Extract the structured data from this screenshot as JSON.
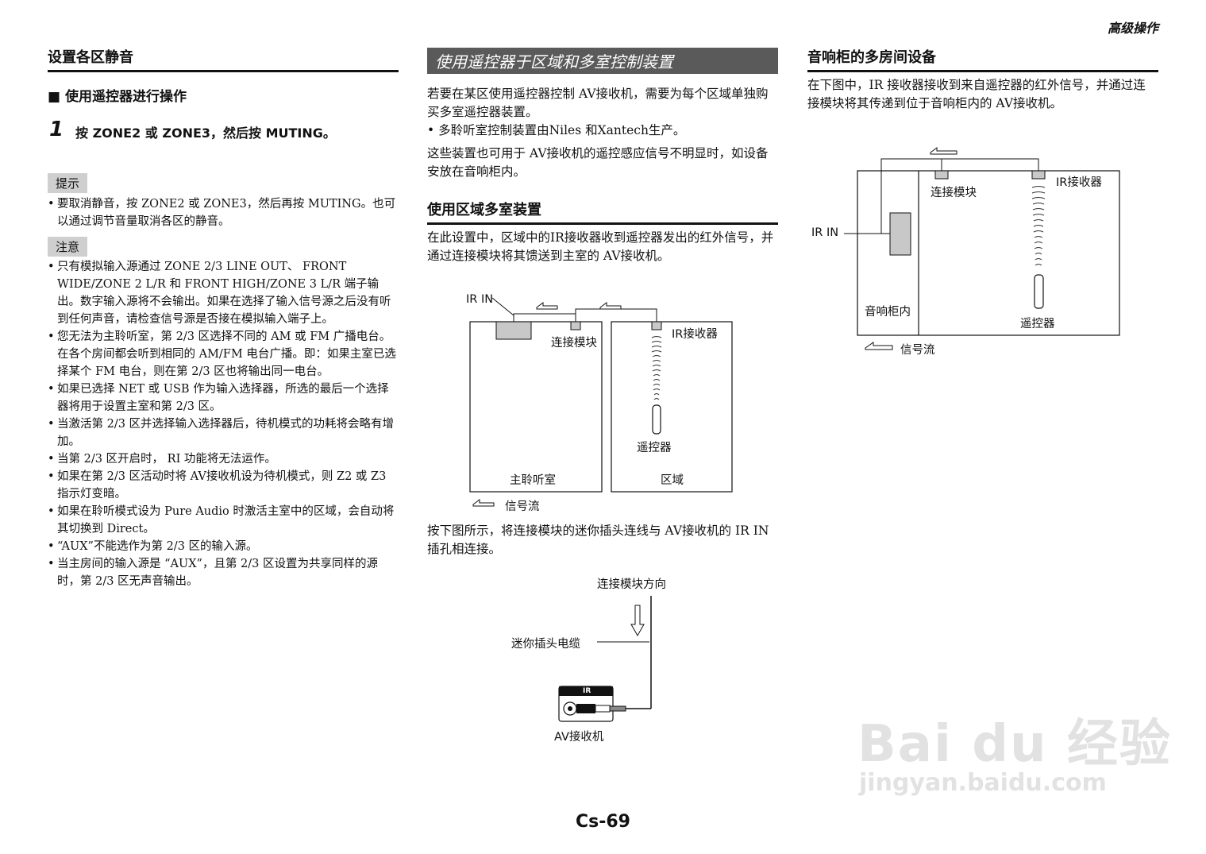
{
  "header": {
    "tag": "高级操作"
  },
  "col1": {
    "title": "设置各区静音",
    "subtitle": "■ 使用遥控器进行操作",
    "step_number": "1",
    "step_text": "按 ZONE2 或 ZONE3，然后按 MUTING。",
    "tip_label": "提示",
    "tips": [
      "要取消静音，按 ZONE2 或 ZONE3，然后再按 MUTING。也可以通过调节音量取消各区的静音。"
    ],
    "note_label": "注意",
    "notes": [
      "只有模拟输入源通过 ZONE 2/3 LINE OUT、 FRONT WIDE/ZONE 2 L/R 和 FRONT HIGH/ZONE 3 L/R 端子输出。数字输入源将不会输出。如果在选择了输入信号源之后没有听到任何声音，请检查信号源是否接在模拟输入端子上。",
      "您无法为主聆听室，第 2/3 区选择不同的 AM 或 FM 广播电台。在各个房间都会听到相同的 AM/FM 电台广播。即：如果主室已选择某个 FM 电台，则在第 2/3 区也将输出同一电台。",
      "如果已选择 NET 或 USB 作为输入选择器，所选的最后一个选择器将用于设置主室和第 2/3 区。",
      "当激活第 2/3 区并选择输入选择器后，待机模式的功耗将会略有增加。",
      "当第 2/3 区开启时， RI 功能将无法运作。",
      "如果在第 2/3 区活动时将 AV接收机设为待机模式，则 Z2 或 Z3 指示灯变暗。",
      "如果在聆听模式设为 Pure Audio 时激活主室中的区域，会自动将其切换到 Direct。",
      "“AUX”不能选作为第 2/3 区的输入源。",
      "当主房间的输入源是 “AUX”，且第 2/3 区设置为共享同样的源时，第 2/3 区无声音输出。"
    ]
  },
  "col2": {
    "banner": "使用遥控器于区域和多室控制装置",
    "intro1": "若要在某区使用遥控器控制 AV接收机，需要为每个区域单独购买多室遥控器装置。",
    "bullet": "多聆听室控制装置由Niles 和Xantech生产。",
    "intro2": "这些装置也可用于 AV接收机的遥控感应信号不明显时，如设备安放在音响柜内。",
    "section_title": "使用区域多室装置",
    "section_para": "在此设置中，区域中的IR接收器收到遥控器发出的红外信号，并通过连接模块将其馈送到主室的 AV接收机。",
    "diagram1": {
      "ir_in": "IR IN",
      "module": "连接模块",
      "ir_receiver": "IR接收器",
      "remote": "遥控器",
      "main_room": "主聆听室",
      "zone": "区域",
      "signal_flow": "信号流"
    },
    "connect_para": "按下图所示，将连接模块的迷你插头连线与 AV接收机的 IR IN 插孔相连接。",
    "diagram2": {
      "direction": "连接模块方向",
      "cable": "迷你插头电缆",
      "jack_label": "IR",
      "receiver": "AV接收机"
    }
  },
  "col3": {
    "title": "音响柜的多房间设备",
    "para": "在下图中，IR 接收器接收到来自遥控器的红外信号，并通过连接模块将其传递到位于音响柜内的 AV接收机。",
    "diagram": {
      "module": "连接模块",
      "ir_receiver": "IR接收器",
      "ir_in": "IR IN",
      "cabinet": "音响柜内",
      "remote": "遥控器",
      "signal_flow": "信号流"
    }
  },
  "page_number": "Cs-69",
  "watermark": {
    "brand": "Bai du 经验",
    "url": "jingyan.baidu.com"
  }
}
